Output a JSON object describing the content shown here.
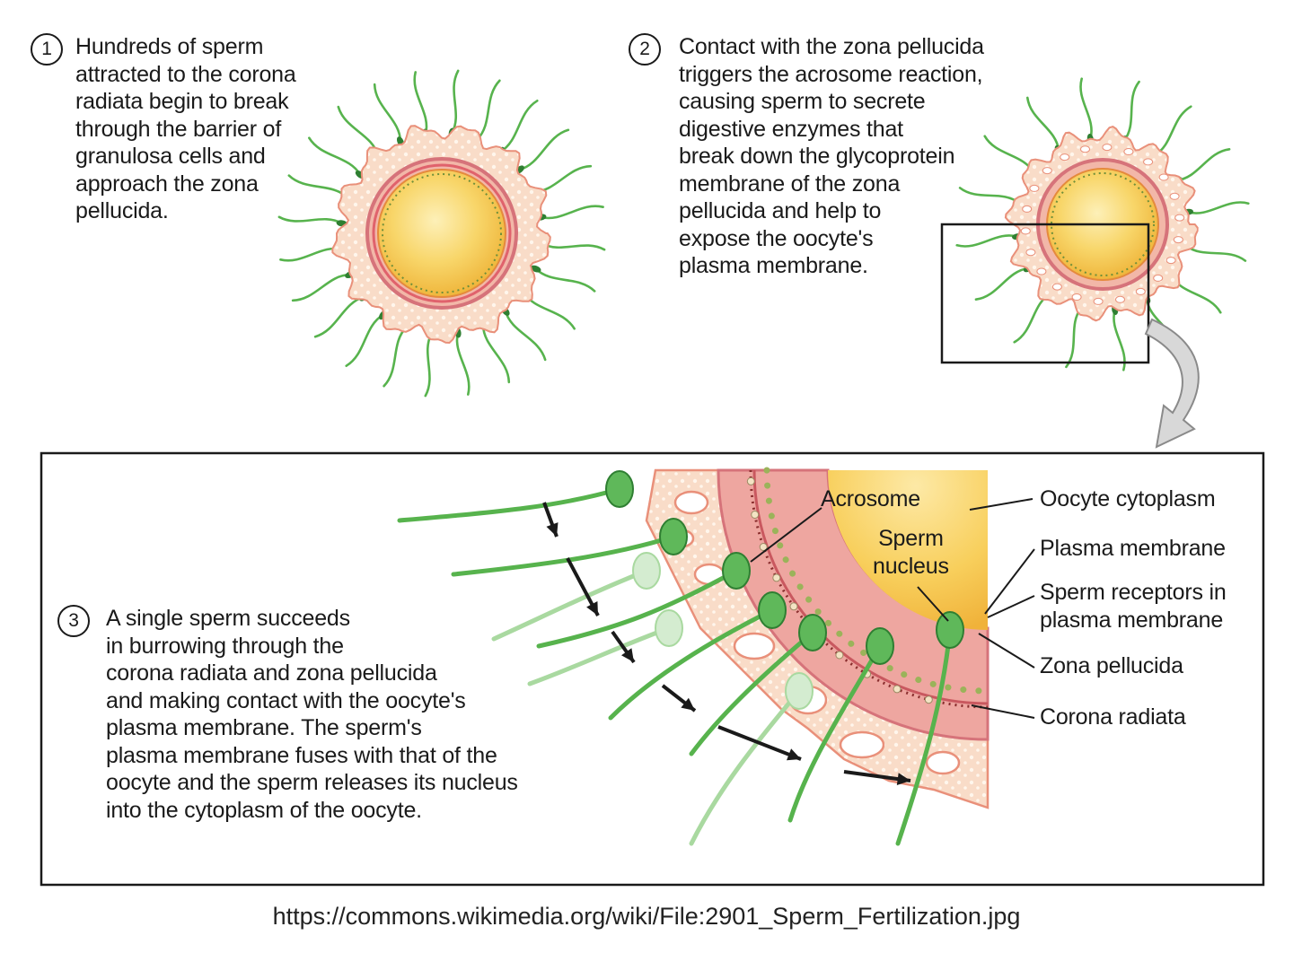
{
  "steps": [
    {
      "number": "1",
      "text": "Hundreds of sperm\nattracted to the corona\nradiata begin to break\nthrough the barrier of\ngranulosa cells and\napproach the zona\npellucida."
    },
    {
      "number": "2",
      "text": "Contact with the zona pellucida\ntriggers the acrosome reaction,\ncausing sperm to secrete\ndigestive enzymes that\nbreak down the glycoprotein\nmembrane of the zona\npellucida and help to\nexpose the oocyte's\nplasma membrane."
    },
    {
      "number": "3",
      "text": "A single sperm succeeds\nin burrowing through the\ncorona radiata and zona pellucida\nand making contact with the oocyte's\nplasma membrane. The sperm's\nplasma membrane fuses with that of the\noocyte and the sperm releases its nucleus\ninto the cytoplasm of the oocyte."
    }
  ],
  "labels": {
    "acrosome": "Acrosome",
    "sperm_nucleus": "Sperm\nnucleus",
    "oocyte_cytoplasm": "Oocyte cytoplasm",
    "plasma_membrane": "Plasma membrane",
    "sperm_receptors": "Sperm receptors in\nplasma membrane",
    "zona_pellucida": "Zona pellucida",
    "corona_radiata": "Corona radiata"
  },
  "source_url": "https://commons.wikimedia.org/wiki/File:2901_Sperm_Fertilization.jpg",
  "colors": {
    "corona": "#f6c3b0",
    "corona_edge": "#e9907a",
    "zona": "#d6737a",
    "cytoplasm": "#f7cf58",
    "cytoplasm_light": "#fde9a6",
    "sperm": "#57b34d",
    "sperm_dark": "#2f7f32",
    "sperm_light": "#a9d9a0",
    "outline": "#1a1a1a"
  }
}
